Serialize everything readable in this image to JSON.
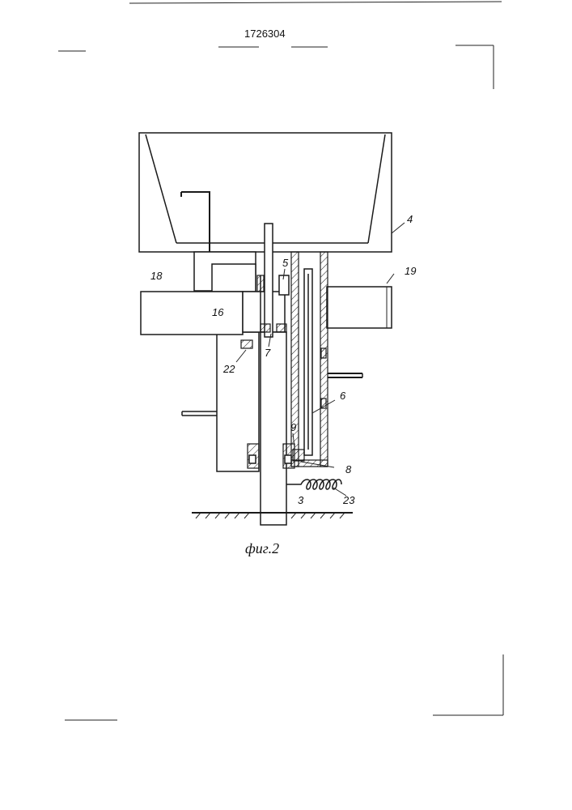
{
  "document_number": "1726304",
  "figure_caption": "фиг.2",
  "labels": {
    "l4": "4",
    "l5": "5",
    "l6": "6",
    "l7": "7",
    "l8": "8",
    "l9": "9",
    "l3": "3",
    "l16": "16",
    "l18": "18",
    "l19": "19",
    "l22": "22",
    "l23": "23"
  }
}
